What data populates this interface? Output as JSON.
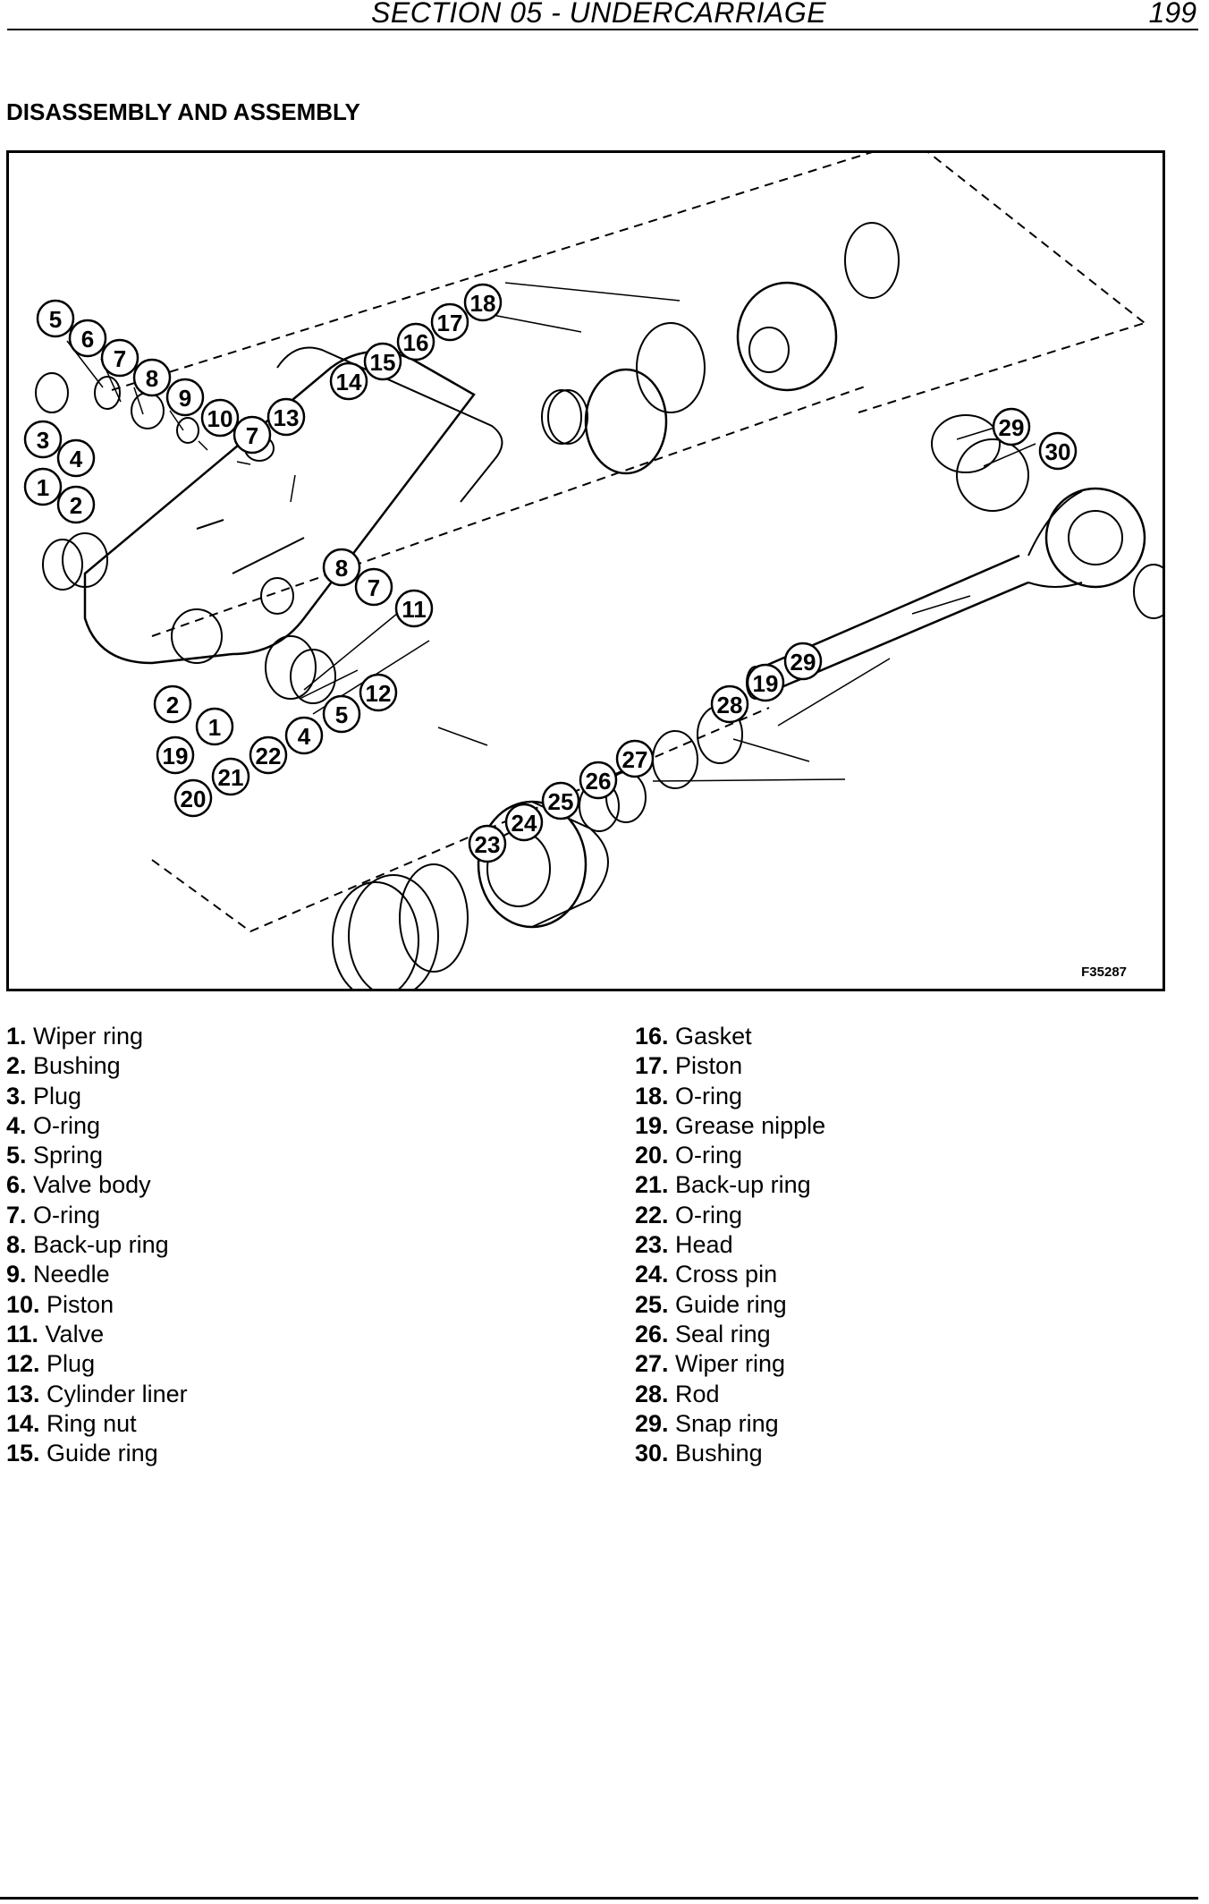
{
  "header": {
    "section_title": "SECTION 05 - UNDERCARRIAGE",
    "page_number": "199"
  },
  "section_heading": "DISASSEMBLY AND ASSEMBLY",
  "figure": {
    "code": "F35287"
  },
  "legend_left": [
    {
      "num": "1.",
      "label": "Wiper ring"
    },
    {
      "num": "2.",
      "label": "Bushing"
    },
    {
      "num": "3.",
      "label": "Plug"
    },
    {
      "num": "4.",
      "label": "O-ring"
    },
    {
      "num": "5.",
      "label": "Spring"
    },
    {
      "num": "6.",
      "label": "Valve body"
    },
    {
      "num": "7.",
      "label": "O-ring"
    },
    {
      "num": "8.",
      "label": "Back-up ring"
    },
    {
      "num": "9.",
      "label": "Needle"
    },
    {
      "num": "10.",
      "label": "Piston"
    },
    {
      "num": "11.",
      "label": "Valve"
    },
    {
      "num": "12.",
      "label": "Plug"
    },
    {
      "num": "13.",
      "label": "Cylinder liner"
    },
    {
      "num": "14.",
      "label": "Ring nut"
    },
    {
      "num": "15.",
      "label": "Guide ring"
    }
  ],
  "legend_right": [
    {
      "num": "16.",
      "label": "Gasket"
    },
    {
      "num": "17.",
      "label": "Piston"
    },
    {
      "num": "18.",
      "label": "O-ring"
    },
    {
      "num": "19.",
      "label": "Grease nipple"
    },
    {
      "num": "20.",
      "label": "O-ring"
    },
    {
      "num": "21.",
      "label": "Back-up ring"
    },
    {
      "num": "22.",
      "label": "O-ring"
    },
    {
      "num": "23.",
      "label": "Head"
    },
    {
      "num": "24.",
      "label": "Cross pin"
    },
    {
      "num": "25.",
      "label": "Guide ring"
    },
    {
      "num": "26.",
      "label": "Seal ring"
    },
    {
      "num": "27.",
      "label": "Wiper ring"
    },
    {
      "num": "28.",
      "label": "Rod"
    },
    {
      "num": "29.",
      "label": "Snap ring"
    },
    {
      "num": "30.",
      "label": "Bushing"
    }
  ],
  "callouts": [
    "5",
    "6",
    "7",
    "8",
    "9",
    "10",
    "7",
    "13",
    "3",
    "4",
    "1",
    "2",
    "14",
    "15",
    "16",
    "17",
    "18",
    "29",
    "30",
    "8",
    "7",
    "11",
    "12",
    "5",
    "4",
    "1",
    "2",
    "19",
    "22",
    "21",
    "20",
    "23",
    "24",
    "25",
    "26",
    "27",
    "28",
    "19",
    "29"
  ]
}
